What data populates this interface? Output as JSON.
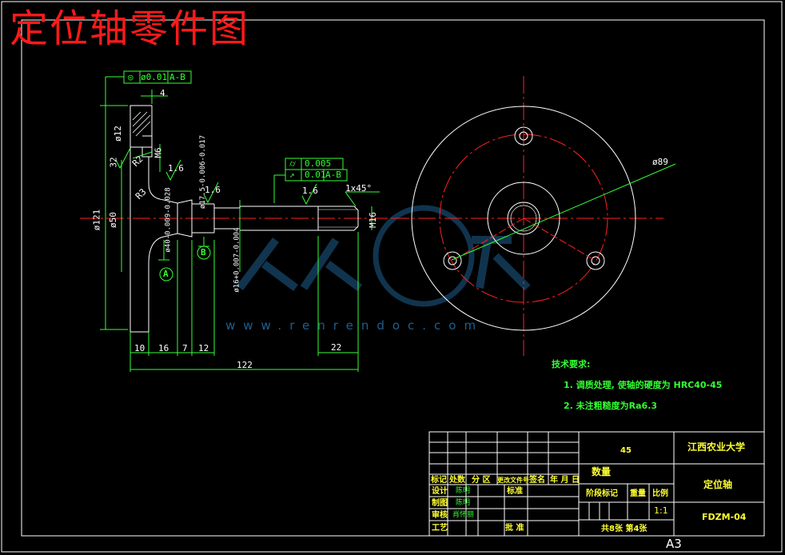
{
  "title": "定位轴零件图",
  "paper_size": "A3",
  "watermark": {
    "text": "www.renrendoc.com"
  },
  "colors": {
    "outline": "#ffffff",
    "dimension": "#33ff33",
    "centerline": "#ff2020",
    "title_text": "#ff1a1a",
    "tb_text": "#ffff33",
    "tb_lines": "#ffffff"
  },
  "feature_control": {
    "top": {
      "symbol": "◎",
      "tolerance": "ø0.01",
      "datum": "A-B"
    },
    "mid1": {
      "symbol": "⌭",
      "tolerance": "0.005"
    },
    "mid2": {
      "symbol": "↗",
      "tolerance": "0.01",
      "datum": "A-B"
    }
  },
  "dimensions": {
    "d4": "4",
    "d12": "ø12",
    "d32": "32",
    "r2a": "R2",
    "m6": "M6",
    "d121": "ø121",
    "d50": "ø50",
    "r3": "R3",
    "rough1": "1.6",
    "rough2": "1.6",
    "rough3": "1.6",
    "d40": "ø40-0.009-0.028",
    "d175": "ø17.5-0.006-0.017",
    "d16": "ø16+0.007-0.004",
    "chamfer": "1x45°",
    "m16": "M16",
    "d89": "ø89",
    "len10": "10",
    "len16": "16",
    "len7": "7",
    "len12": "12",
    "len22": "22",
    "len122": "122",
    "datumA": "A",
    "datumB": "B"
  },
  "tech": {
    "heading": "技术要求:",
    "item1": "1. 调质处理, 使轴的硬度为  HRC40-45",
    "item2": "2. 未注粗糙度为Ra6.3"
  },
  "titleblock": {
    "material": "45",
    "university": "江西农业大学",
    "part_name": "定位轴",
    "drawing_no": "FDZM-04",
    "quantity_label": "数量",
    "stage_label": "阶段标记",
    "weight_label": "重量",
    "ratio_label": "比例",
    "ratio": "1:1",
    "sheets": "共8张   第4张",
    "hdr_mark": "标记",
    "hdr_count": "处数",
    "hdr_zone": "分 区",
    "hdr_docno": "更改文件号",
    "hdr_sign": "签名",
    "hdr_date": "年 月 日",
    "design": "设计",
    "design_name": "陈明",
    "standard": "标准",
    "draw": "制图",
    "draw_name": "陈明",
    "review": "审核",
    "review_name": "肖怀丽",
    "craft": "工艺",
    "approve": "批 准"
  }
}
